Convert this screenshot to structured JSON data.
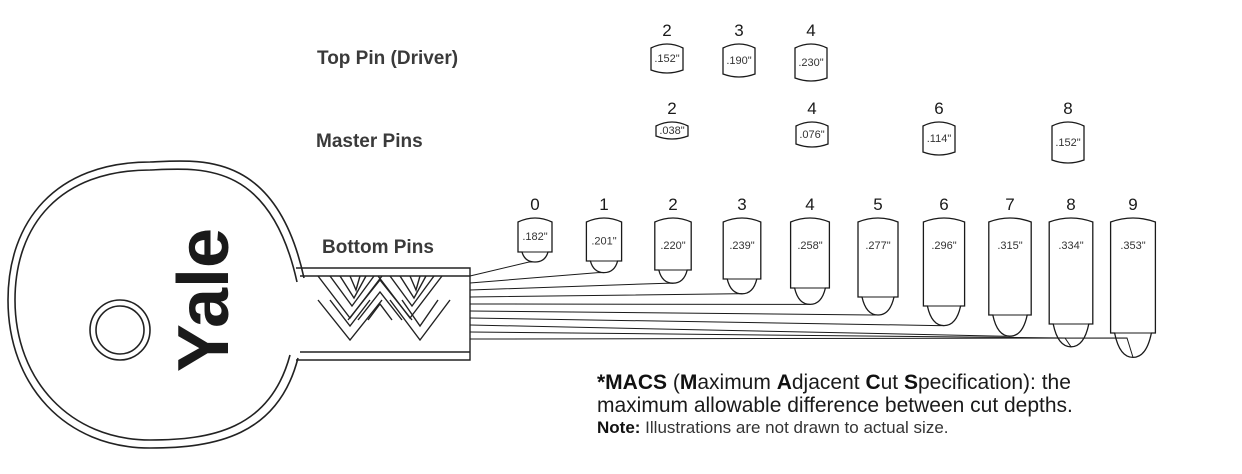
{
  "brand": {
    "logo_text": "Yale"
  },
  "rows": {
    "top": {
      "label": "Top Pin (Driver)",
      "pins": [
        {
          "number": "2",
          "size": ".152\""
        },
        {
          "number": "3",
          "size": ".190\""
        },
        {
          "number": "4",
          "size": ".230\""
        }
      ]
    },
    "master": {
      "label": "Master Pins",
      "pins": [
        {
          "number": "2",
          "size": ".038\""
        },
        {
          "number": "4",
          "size": ".076\""
        },
        {
          "number": "6",
          "size": ".114\""
        },
        {
          "number": "8",
          "size": ".152\""
        }
      ]
    },
    "bottom": {
      "label": "Bottom Pins",
      "pins": [
        {
          "number": "0",
          "size": ".182\""
        },
        {
          "number": "1",
          "size": ".201\""
        },
        {
          "number": "2",
          "size": ".220\""
        },
        {
          "number": "3",
          "size": ".239\""
        },
        {
          "number": "4",
          "size": ".258\""
        },
        {
          "number": "5",
          "size": ".277\""
        },
        {
          "number": "6",
          "size": ".296\""
        },
        {
          "number": "7",
          "size": ".315\""
        },
        {
          "number": "8",
          "size": ".334\""
        },
        {
          "number": "9",
          "size": ".353\""
        }
      ]
    }
  },
  "notes": {
    "macs_lead": "*MACS",
    "macs_open": " (",
    "macs_M": "M",
    "macs_m_rest": "aximum ",
    "macs_A": "A",
    "macs_a_rest": "djacent ",
    "macs_C": "C",
    "macs_c_rest": "ut ",
    "macs_S": "S",
    "macs_s_rest": "pecification): the",
    "macs_line2": "maximum allowable difference between cut depths.",
    "note_label": "Note:",
    "note_text": " Illustrations are not drawn to actual size."
  }
}
